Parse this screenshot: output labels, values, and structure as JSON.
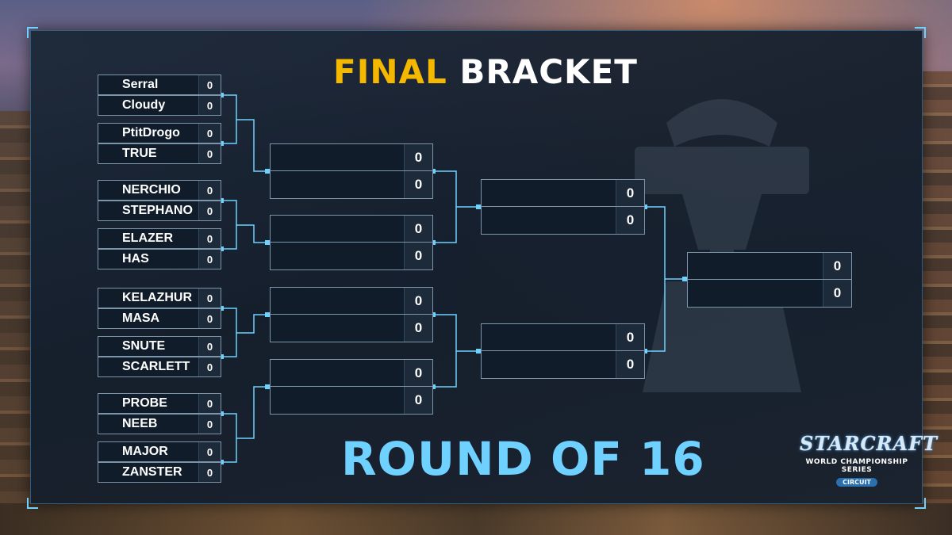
{
  "title": {
    "highlight": "FINAL",
    "rest": "BRACKET"
  },
  "round_label": "ROUND OF 16",
  "colors": {
    "highlight": "#f5b800",
    "accent": "#6fd1ff",
    "panel": "#1a2638"
  },
  "round_of_16": [
    {
      "top": {
        "name": "Serral",
        "score": "0"
      },
      "bottom": {
        "name": "Cloudy",
        "score": "0"
      }
    },
    {
      "top": {
        "name": "PtitDrogo",
        "score": "0"
      },
      "bottom": {
        "name": "TRUE",
        "score": "0"
      }
    },
    {
      "top": {
        "name": "NERCHIO",
        "score": "0"
      },
      "bottom": {
        "name": "STEPHANO",
        "score": "0"
      }
    },
    {
      "top": {
        "name": "ELAZER",
        "score": "0"
      },
      "bottom": {
        "name": "HAS",
        "score": "0"
      }
    },
    {
      "top": {
        "name": "KELAZHUR",
        "score": "0"
      },
      "bottom": {
        "name": "MASA",
        "score": "0"
      }
    },
    {
      "top": {
        "name": "SNUTE",
        "score": "0"
      },
      "bottom": {
        "name": "SCARLETT",
        "score": "0"
      }
    },
    {
      "top": {
        "name": "PROBE",
        "score": "0"
      },
      "bottom": {
        "name": "NEEB",
        "score": "0"
      }
    },
    {
      "top": {
        "name": "MAJOR",
        "score": "0"
      },
      "bottom": {
        "name": "ZANSTER",
        "score": "0"
      }
    }
  ],
  "quarterfinals": [
    {
      "top": {
        "name": "",
        "score": "0"
      },
      "bottom": {
        "name": "",
        "score": "0"
      }
    },
    {
      "top": {
        "name": "",
        "score": "0"
      },
      "bottom": {
        "name": "",
        "score": "0"
      }
    },
    {
      "top": {
        "name": "",
        "score": "0"
      },
      "bottom": {
        "name": "",
        "score": "0"
      }
    },
    {
      "top": {
        "name": "",
        "score": "0"
      },
      "bottom": {
        "name": "",
        "score": "0"
      }
    }
  ],
  "semifinals": [
    {
      "top": {
        "name": "",
        "score": "0"
      },
      "bottom": {
        "name": "",
        "score": "0"
      }
    },
    {
      "top": {
        "name": "",
        "score": "0"
      },
      "bottom": {
        "name": "",
        "score": "0"
      }
    }
  ],
  "final": {
    "top": {
      "name": "",
      "score": "0"
    },
    "bottom": {
      "name": "",
      "score": "0"
    }
  },
  "logo": {
    "line1": "STARCRAFT",
    "line2": "WORLD CHAMPIONSHIP SERIES",
    "line3": "CIRCUIT"
  }
}
